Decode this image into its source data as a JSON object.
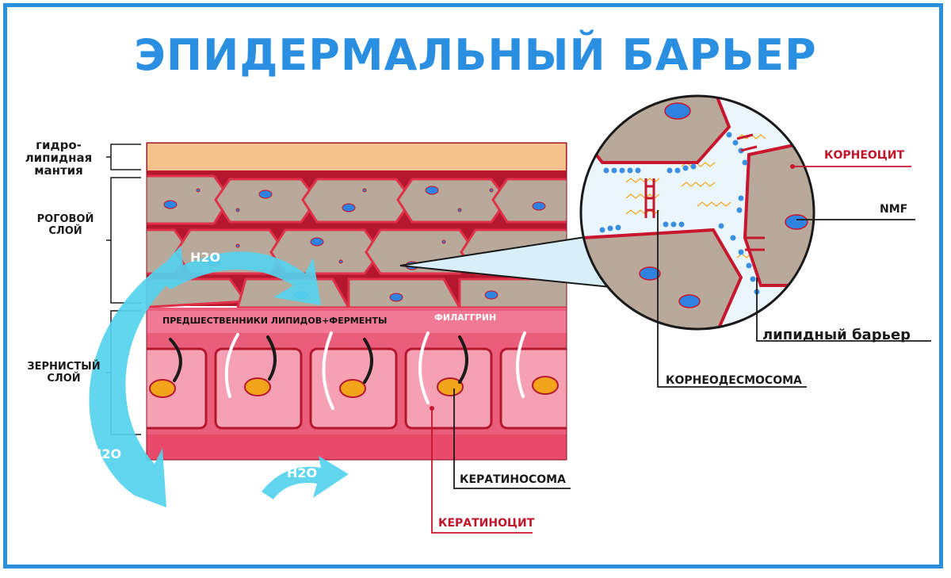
{
  "title": "ЭПИДЕРМАЛЬНЫЙ БАРЬЕР",
  "layers": {
    "hydrolipid_1": "гидро-",
    "hydrolipid_2": "липидная",
    "hydrolipid_3": "мантия",
    "corneum_1": "РОГОВОЙ",
    "corneum_2": "СЛОЙ",
    "granular_1": "ЗЕРНИСТЫЙ",
    "granular_2": "СЛОЙ"
  },
  "inner_labels": {
    "precursors": "ПРЕДШЕСТВЕННИКИ ЛИПИДОВ+ФЕРМЕНТЫ",
    "filaggrin": "ФИЛАГГРИН",
    "water": "H2O"
  },
  "callouts": {
    "corneocyte": "КОРНЕОЦИТ",
    "nmf": "NMF",
    "lipid_barrier": "липидный барьер",
    "corneodesmosome": "КОРНЕОДЕСМОСОМА",
    "keratinosome": "КЕРАТИНОСОМА",
    "keratinocyte": "КЕРАТИНОЦИТ"
  },
  "colors": {
    "title_blue": "#2a8fe0",
    "cell_fill": "#b8a99a",
    "cell_border": "#c8162e",
    "granular_pink": "#f07a95",
    "mantle": "#f6c28b",
    "water_arrow": "#55d3ee",
    "nucleus_blue": "#2f83e0",
    "nucleus_orange": "#f2a51b",
    "lipid_dot": "#3a8fe0"
  }
}
